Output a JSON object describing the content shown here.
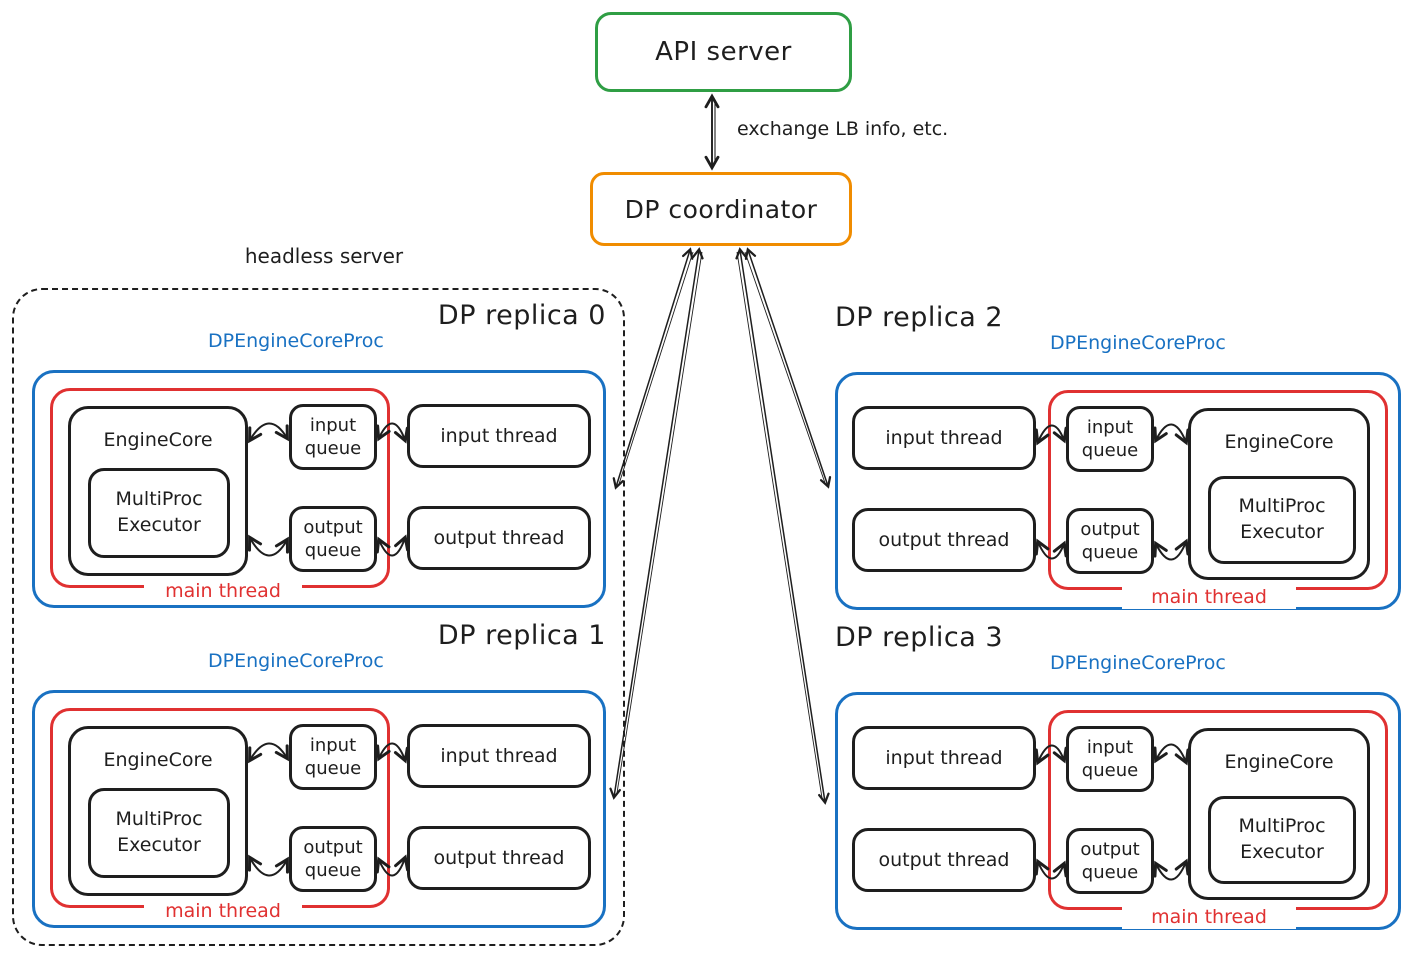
{
  "colors": {
    "green": "#2f9e44",
    "orange": "#f08c00",
    "blue": "#1971c2",
    "red": "#e03131",
    "ink": "#1e1e1e"
  },
  "api_server": {
    "label": "API server"
  },
  "coordinator": {
    "label": "DP coordinator"
  },
  "link_label": "exchange LB info, etc.",
  "headless": {
    "label": "headless server"
  },
  "replicas": [
    {
      "title": "DP replica 0",
      "proc_label": "DPEngineCoreProc",
      "main_thread": "main thread",
      "engine_core": "EngineCore",
      "executor": "MultiProc Executor",
      "input_queue": "input queue",
      "output_queue": "output queue",
      "input_thread": "input thread",
      "output_thread": "output thread"
    },
    {
      "title": "DP replica 1",
      "proc_label": "DPEngineCoreProc",
      "main_thread": "main thread",
      "engine_core": "EngineCore",
      "executor": "MultiProc Executor",
      "input_queue": "input queue",
      "output_queue": "output queue",
      "input_thread": "input thread",
      "output_thread": "output thread"
    },
    {
      "title": "DP replica 2",
      "proc_label": "DPEngineCoreProc",
      "main_thread": "main thread",
      "engine_core": "EngineCore",
      "executor": "MultiProc Executor",
      "input_queue": "input queue",
      "output_queue": "output queue",
      "input_thread": "input thread",
      "output_thread": "output thread"
    },
    {
      "title": "DP replica 3",
      "proc_label": "DPEngineCoreProc",
      "main_thread": "main thread",
      "engine_core": "EngineCore",
      "executor": "MultiProc Executor",
      "input_queue": "input queue",
      "output_queue": "output queue",
      "input_thread": "input thread",
      "output_thread": "output thread"
    }
  ]
}
